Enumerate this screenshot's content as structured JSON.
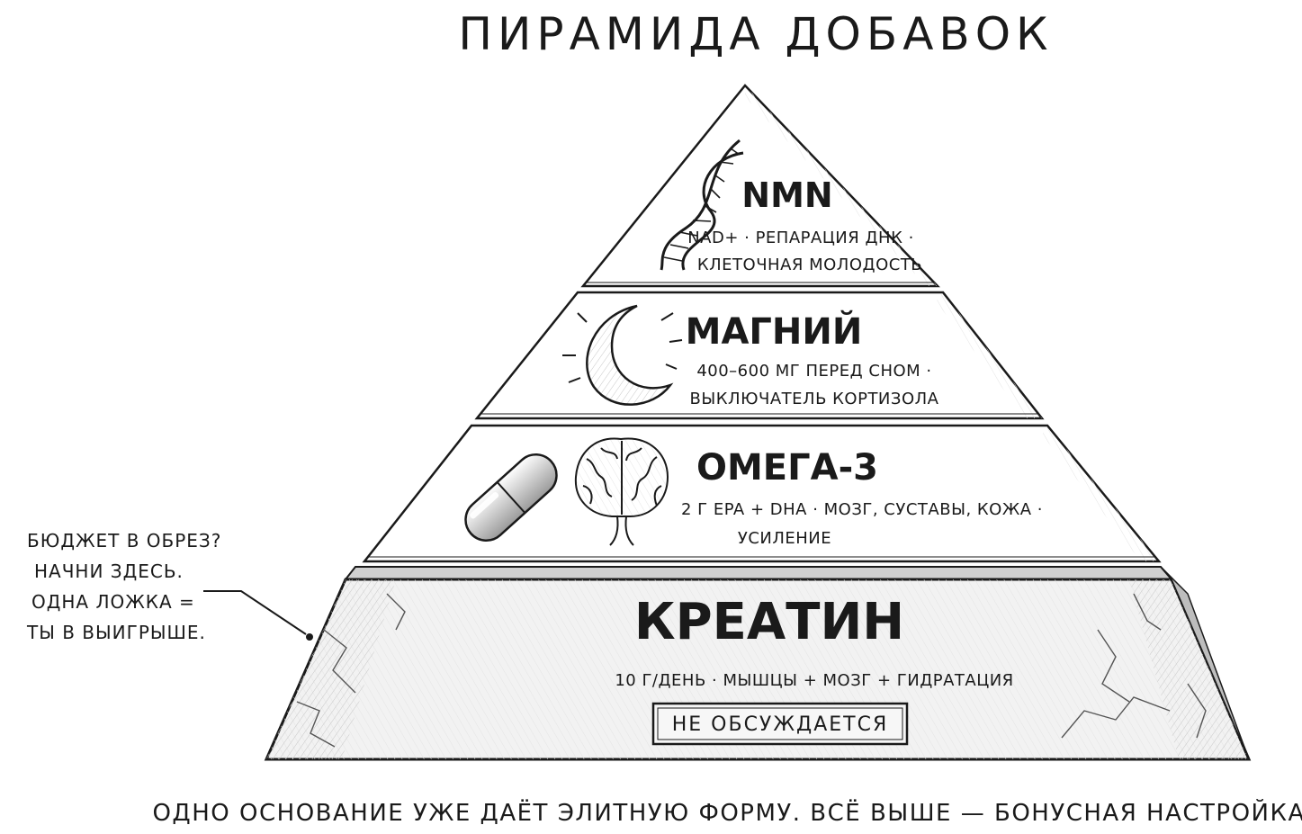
{
  "title": "ПИРАМИДА ДОБАВОК",
  "tiers": [
    {
      "name": "NMN",
      "desc_line1": "NAD+ · РЕПАРАЦИЯ ДНК ·",
      "desc_line2": "КЛЕТОЧНАЯ МОЛОДОСТЬ",
      "icon": "dna-helix-icon"
    },
    {
      "name": "МАГНИЙ",
      "desc_line1": "400–600 МГ ПЕРЕД СНОМ ·",
      "desc_line2": "ВЫКЛЮЧАТЕЛЬ КОРТИЗОЛА",
      "icon": "crescent-moon-icon"
    },
    {
      "name": "ОМЕГА-3",
      "desc_line1": "2 Г EPA + DHA · МОЗГ, СУСТАВЫ, КОЖА ·",
      "desc_line2": "УСИЛЕНИЕ",
      "icons": [
        "capsule-icon",
        "brain-icon"
      ]
    },
    {
      "name": "КРЕАТИН",
      "desc_line1": "10 Г/ДЕНЬ · МЫШЦЫ + МОЗГ + ГИДРАТАЦИЯ",
      "badge": "НЕ ОБСУЖДАЕТСЯ"
    }
  ],
  "note": {
    "line1": "БЮДЖЕТ В ОБРЕЗ?",
    "line2": "НАЧНИ ЗДЕСЬ.",
    "line3": "ОДНА ЛОЖКА =",
    "line4": "ТЫ В ВЫИГРЫШЕ."
  },
  "footer": "ОДНО ОСНОВАНИЕ УЖЕ ДАЁТ ЭЛИТНУЮ ФОРМУ. ВСЁ ВЫШЕ — БОНУСНАЯ НАСТРОЙКА."
}
